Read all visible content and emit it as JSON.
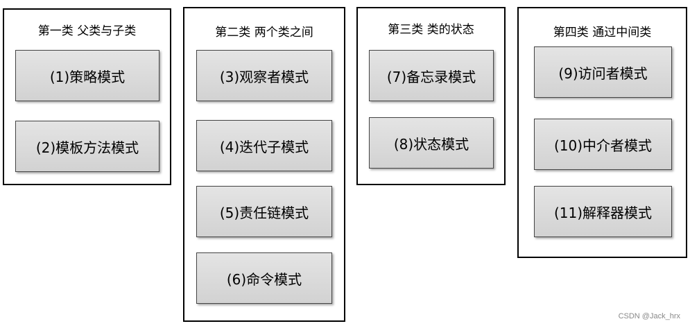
{
  "groups": [
    {
      "title": "第一类 父类与子类",
      "items": [
        "(1)策略模式",
        "(2)模板方法模式"
      ]
    },
    {
      "title": "第二类 两个类之间",
      "items": [
        "(3)观察者模式",
        "(4)迭代子模式",
        "(5)责任链模式",
        "(6)命令模式"
      ]
    },
    {
      "title": "第三类 类的状态",
      "items": [
        "(7)备忘录模式",
        "(8)状态模式"
      ]
    },
    {
      "title": "第四类 通过中间类",
      "items": [
        "(9)访问者模式",
        "(10)中介者模式",
        "(11)解释器模式"
      ]
    }
  ],
  "watermark": "CSDN @Jack_hrx"
}
